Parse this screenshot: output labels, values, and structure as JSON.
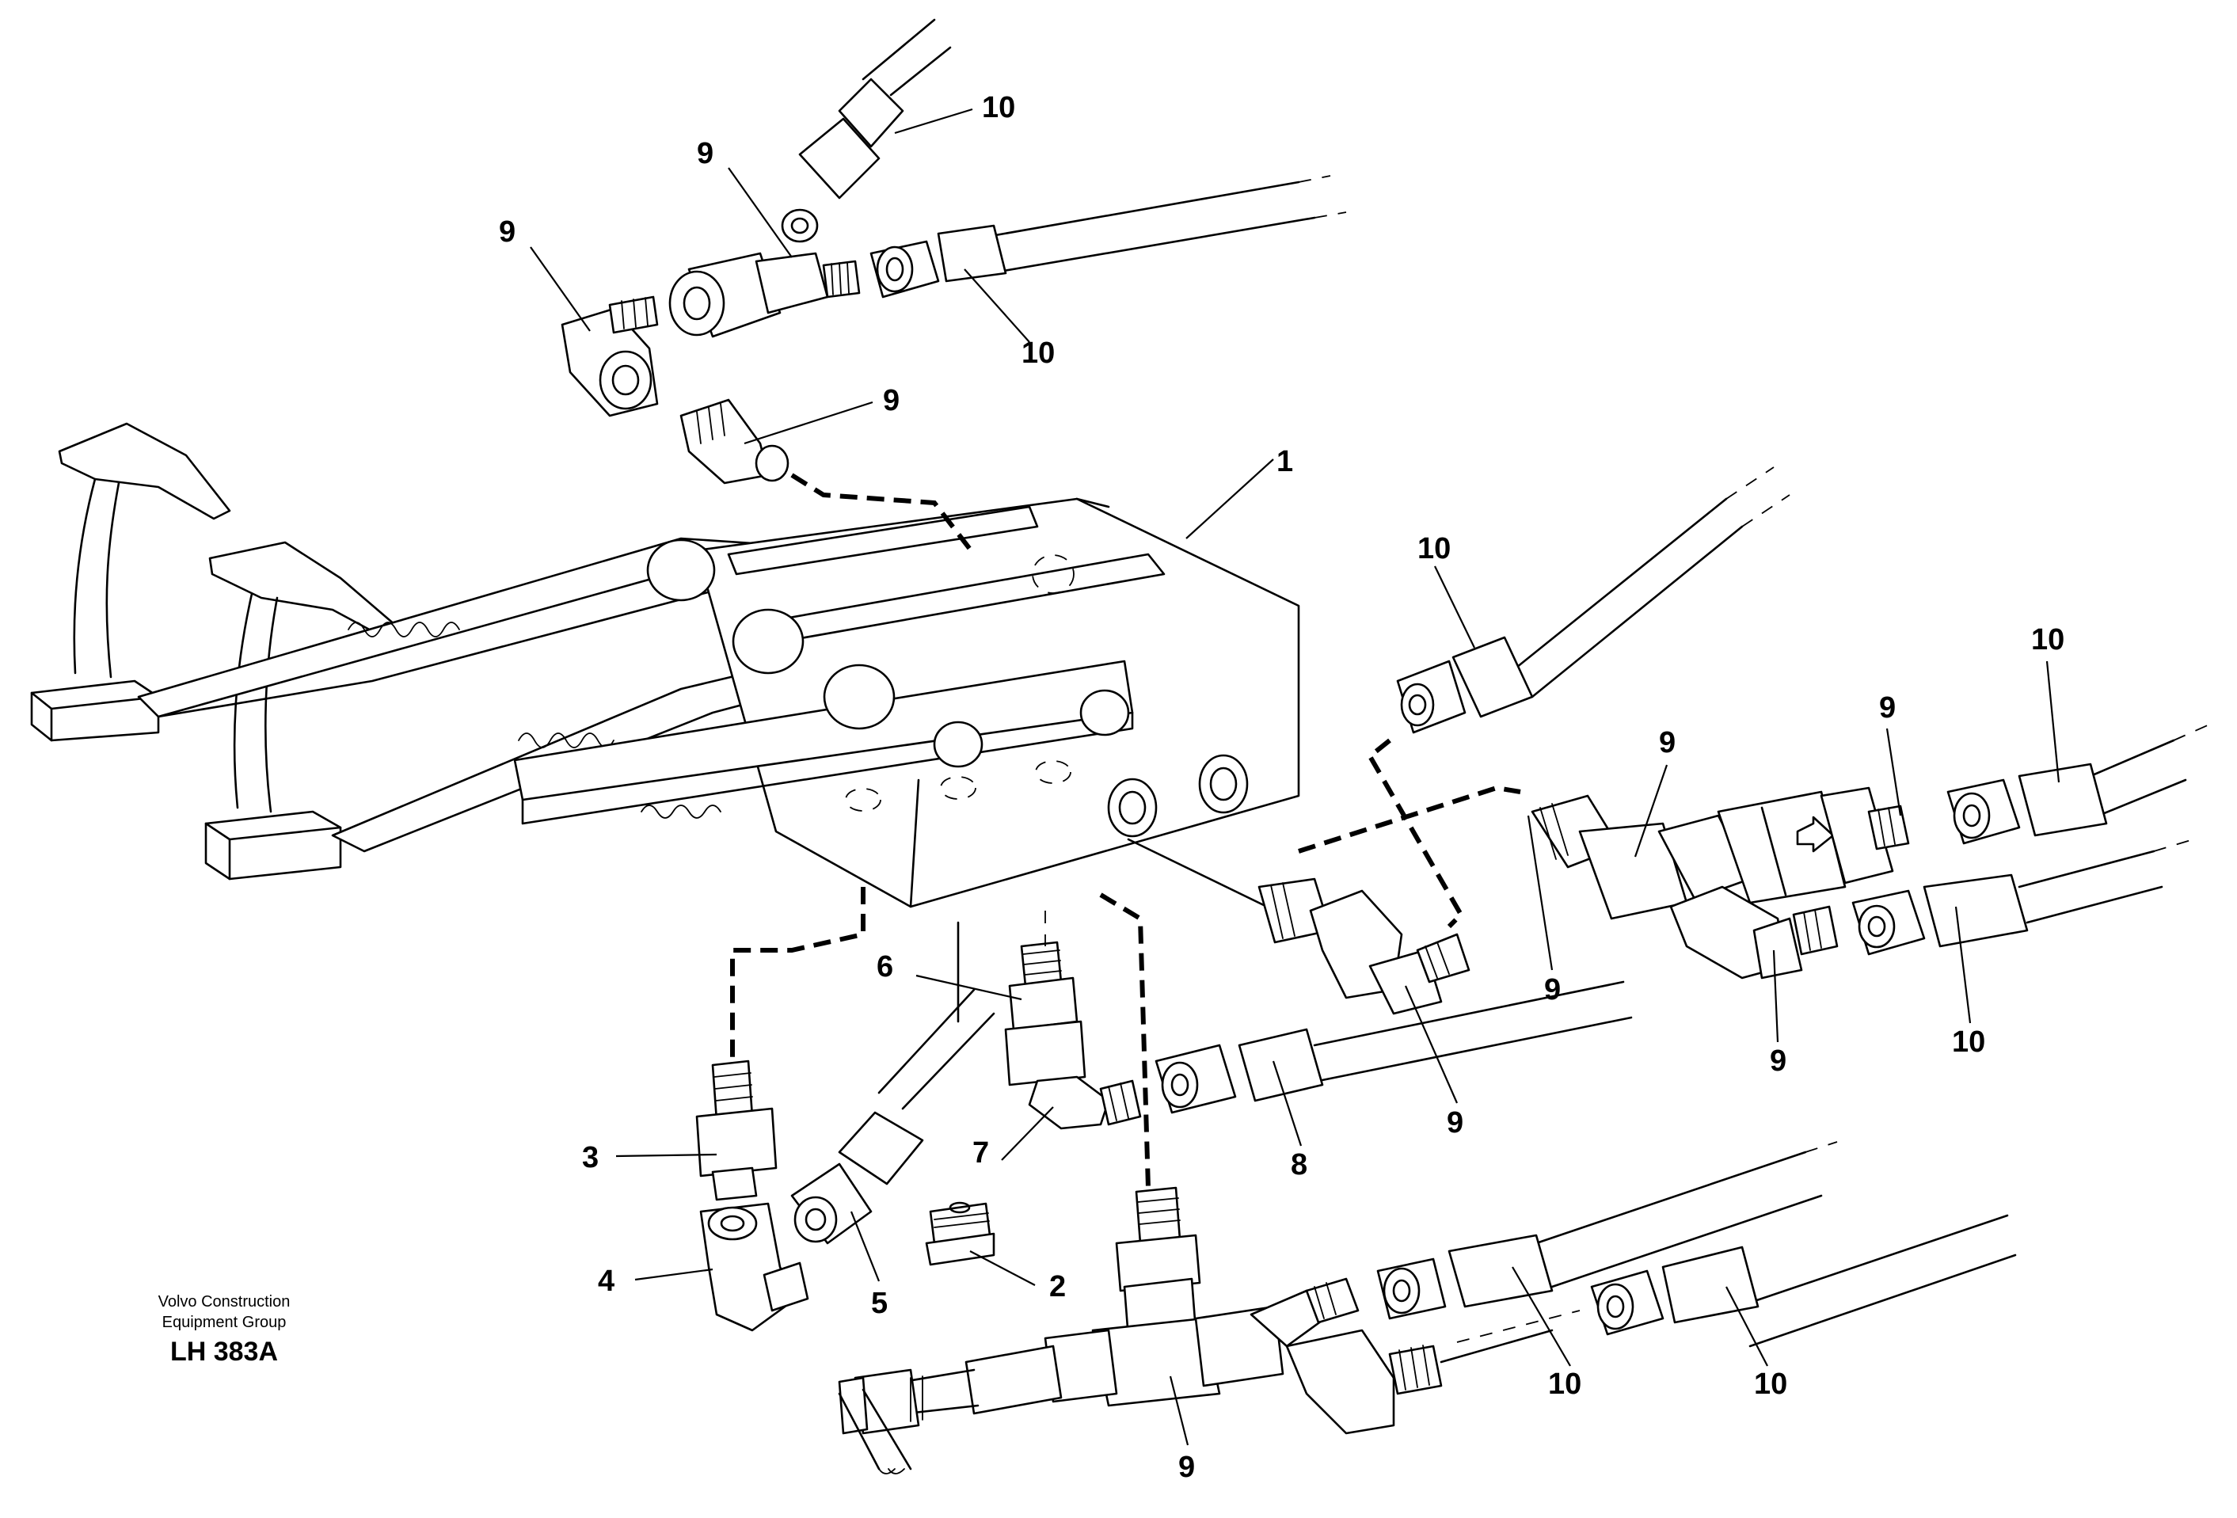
{
  "figure": {
    "caption": {
      "line1": "Volvo Construction",
      "line2": "Equipment Group",
      "code": "LH 383A"
    },
    "callouts": [
      {
        "id": "c10-top",
        "text": "10"
      },
      {
        "id": "c9-top-a",
        "text": "9"
      },
      {
        "id": "c9-top-b",
        "text": "9"
      },
      {
        "id": "c10-top-b",
        "text": "10"
      },
      {
        "id": "c9-top-c",
        "text": "9"
      },
      {
        "id": "c1",
        "text": "1"
      },
      {
        "id": "c10-mid",
        "text": "10"
      },
      {
        "id": "c10-right",
        "text": "10"
      },
      {
        "id": "c9-right-a",
        "text": "9"
      },
      {
        "id": "c9-right-b",
        "text": "9"
      },
      {
        "id": "c9-right-c",
        "text": "9"
      },
      {
        "id": "c9-right-d",
        "text": "9"
      },
      {
        "id": "c10-right-b",
        "text": "10"
      },
      {
        "id": "c6",
        "text": "6"
      },
      {
        "id": "c7",
        "text": "7"
      },
      {
        "id": "c8",
        "text": "8"
      },
      {
        "id": "c9-mid",
        "text": "9"
      },
      {
        "id": "c3",
        "text": "3"
      },
      {
        "id": "c4",
        "text": "4"
      },
      {
        "id": "c5",
        "text": "5"
      },
      {
        "id": "c2",
        "text": "2"
      },
      {
        "id": "c9-bottom",
        "text": "9"
      },
      {
        "id": "c10-bottom-a",
        "text": "10"
      },
      {
        "id": "c10-bottom-b",
        "text": "10"
      }
    ]
  }
}
